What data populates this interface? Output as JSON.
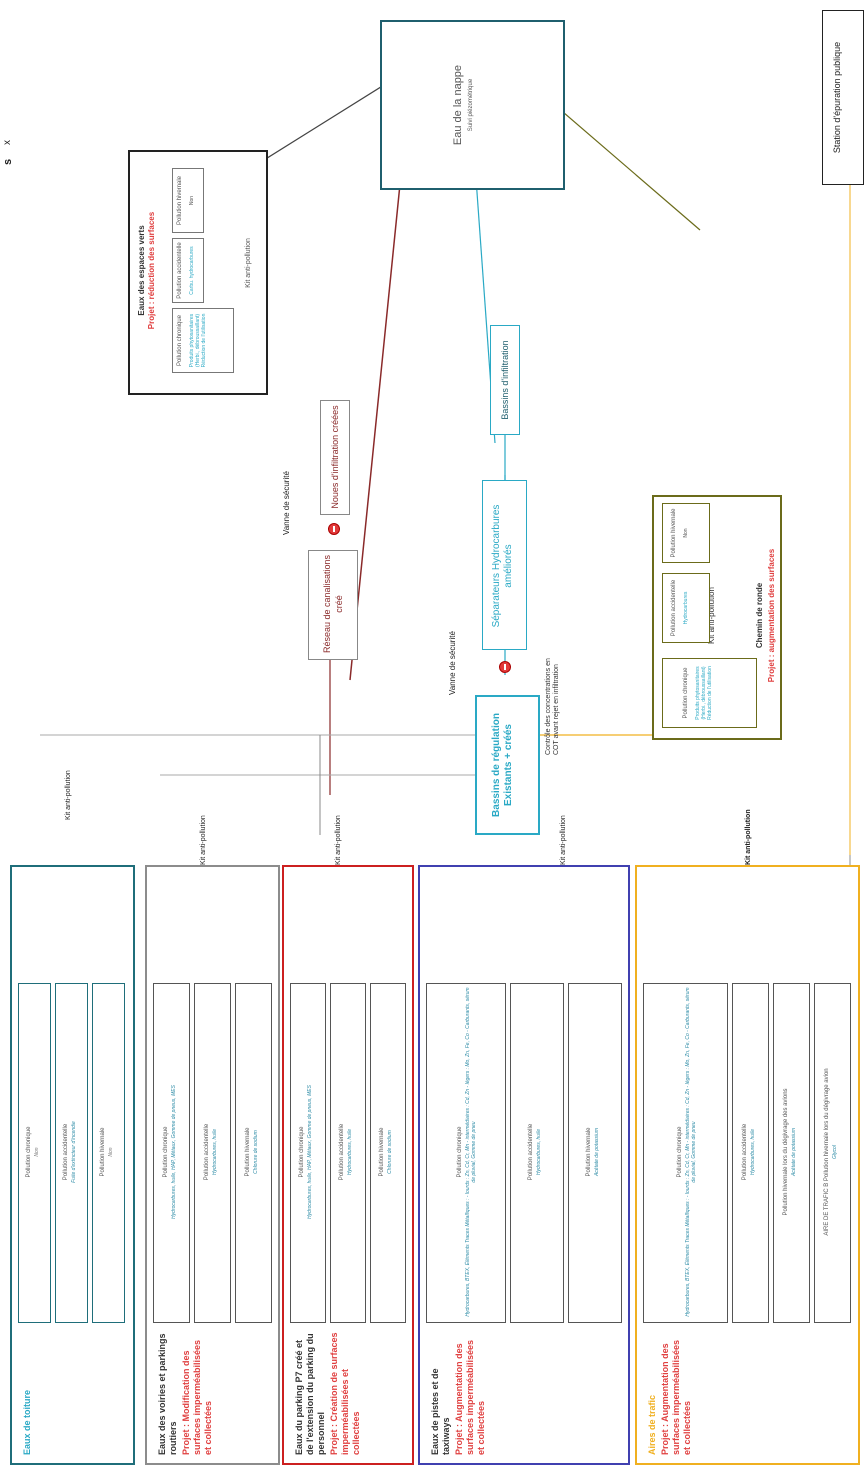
{
  "nappe": {
    "title": "Eau de la nappe",
    "subtitle": "Suivi piézométrique"
  },
  "station": {
    "title": "Station d'épuration publique"
  },
  "top_marks": [
    "x",
    "s"
  ],
  "espaces_verts": {
    "title": "Eaux des espaces verts",
    "project": "Projet : réduction des surfaces",
    "boxes": [
      {
        "label": "Pollution chronique",
        "detail": "Produits phytosanitaires (Herbi., débroussaillant) Réduction de l'utilisation"
      },
      {
        "label": "Pollution accidentelle",
        "detail": "Carbu. hydrocarbures"
      },
      {
        "label": "Pollution hivernale",
        "detail": "Non"
      }
    ],
    "kit": "Kit anti-pollution"
  },
  "reseau": {
    "label": "Réseau de canalisations créé"
  },
  "vanne_1": "Vanne de sécurité",
  "noues": {
    "label": "Noues d'infiltration créées"
  },
  "vanne_2": "Vanne de sécurité",
  "separateurs": {
    "label": "Séparateurs Hydrocarbures améliorés"
  },
  "bassins_inf": {
    "label": "Bassins d'infiltration"
  },
  "bassins_reg": {
    "label": "Bassins de régulation Existants + créés"
  },
  "controle": "Contrôle des concentrations en COT avant rejet en infiltration",
  "chemin": {
    "title": "Chemin de ronde",
    "project": "Projet : augmentation des surfaces",
    "kit": "Kit anti-pollution",
    "boxes": [
      {
        "label": "Pollution chronique",
        "detail": "Produits phytosanitaires (Herbi., débroussaillant) Réduction de l'utilisation"
      },
      {
        "label": "Pollution accidentelle",
        "detail": "Hydrocarbures"
      },
      {
        "label": "Pollution hivernale",
        "detail": "Non"
      }
    ]
  },
  "sources": [
    {
      "title": "Eaux de toiture",
      "project": "",
      "boxes": [
        {
          "label": "Pollution chronique",
          "detail": "Non"
        },
        {
          "label": "Pollution accidentelle",
          "detail": "Fuite d'extincteur d'incendie"
        },
        {
          "label": "Pollution hivernale",
          "detail": "Non"
        }
      ],
      "kit": "Kit anti-pollution"
    },
    {
      "title": "Eaux des voiries et parkings routiers",
      "project": "Projet : Modification des surfaces imperméabilisées et collectées",
      "boxes": [
        {
          "label": "Pollution chronique",
          "detail": "Hydrocarbures, huile, HAP, Métaux, Gomme de pneus, MES"
        },
        {
          "label": "Pollution accidentelle",
          "detail": "Hydrocarbures, huile"
        },
        {
          "label": "Pollution hivernale",
          "detail": "Chlorure de sodium"
        }
      ],
      "kit": "Kit anti-pollution"
    },
    {
      "title": "Eaux du parking P7 créé et de l'extension du parking du personnel",
      "project": "Projet : Création de surfaces imperméabilisées et collectées",
      "boxes": [
        {
          "label": "Pollution chronique",
          "detail": "Hydrocarbures, huile, HAP, Métaux, Gomme de pneus, MES"
        },
        {
          "label": "Pollution accidentelle",
          "detail": "Hydrocarbures, huile"
        },
        {
          "label": "Pollution hivernale",
          "detail": "Chlorure de sodium"
        }
      ],
      "kit": "Kit anti-pollution"
    },
    {
      "title": "Eaux de pistes et de taxiways",
      "project": "Projet : Augmentation des surfaces imperméabilisées et collectées",
      "boxes": [
        {
          "label": "Pollution chronique",
          "detail": "Hydrocarbures, BTEX, Éléments Traces Métalliques : - lourds : Zn, Cd, Cr, Mn - intermédiaires : Cd, Zn - légers : Mo, Zn, Fe, Co - Carburants, sérum de pluvial, Gomme de pneu"
        },
        {
          "label": "Pollution accidentelle",
          "detail": "Hydrocarbures, huile"
        },
        {
          "label": "Pollution hivernale",
          "detail": "Acétate de potassium"
        }
      ],
      "kit": "Kit anti-pollution"
    },
    {
      "title": "Aires de trafic",
      "project": "Projet : Augmentation des surfaces imperméabilisées et collectées",
      "boxes": [
        {
          "label": "Pollution chronique",
          "detail": "Hydrocarbures, BTEX, Éléments Traces Métalliques : - lourds : Zn, Cd, Cr, Mn - intermédiaires : Cd, Zn - légers : Mo, Zn, Fe, Co - Carburants, sérum de pluvial, Gomme de pneu"
        },
        {
          "label": "Pollution accidentelle",
          "detail": "Hydrocarbures, huile"
        },
        {
          "label": "Pollution hivernale lors du dégivrage des avions",
          "detail": "Acétate de potassium"
        },
        {
          "label": "AIRE DE TRAFIC B   Pollution hivernale lors du dégivrage avion",
          "detail": "Glycol"
        }
      ],
      "kit": "Kit anti-pollution"
    }
  ],
  "colors": {
    "toiture": "#1f6e7a",
    "voiries": "#8c8c8c",
    "parking": "#cc2020",
    "pistes": "#4040b0",
    "trafic": "#f0b020",
    "green": "#6b6b1a",
    "cyan": "#2aa9c5",
    "red_text": "#e04040",
    "nappe_border": "#1f5f6e"
  }
}
